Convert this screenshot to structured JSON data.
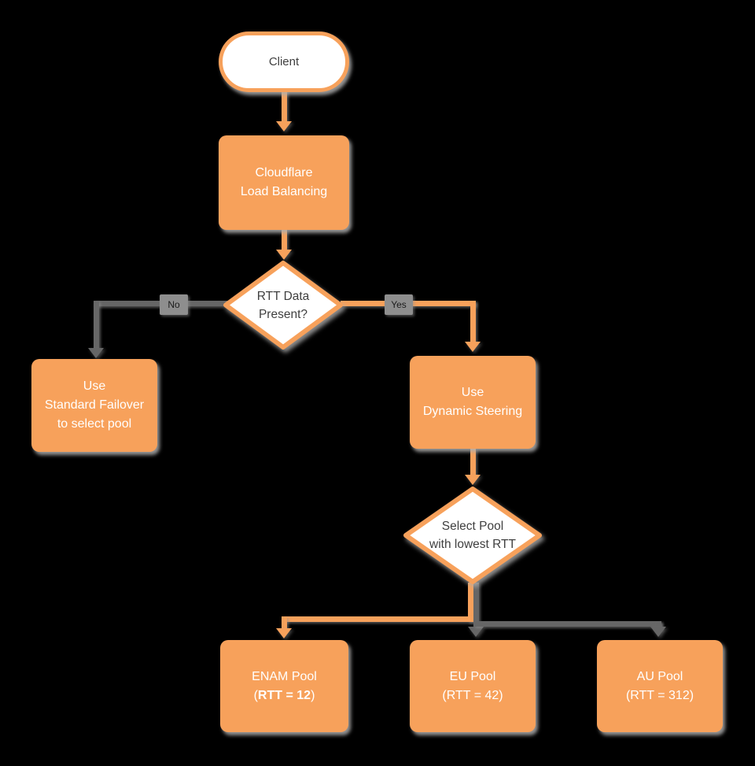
{
  "diagram": {
    "title": "Cloudflare Load Balancing dynamic steering flowchart",
    "colors": {
      "background": "#000000",
      "orange": "#F7A15B",
      "connector_gray": "#666666",
      "shape_fill_white": "#FFFFFF",
      "node_text": "#FFFFFF",
      "decision_text": "#3F3F3F",
      "edge_badge_gray": "#8E8E8E"
    },
    "nodes": {
      "client": {
        "label": "Client"
      },
      "load_balancer": {
        "lines": [
          "Cloudflare",
          "Load Balancing"
        ]
      },
      "rtt_decision": {
        "lines": [
          "RTT Data",
          "Present?"
        ]
      },
      "standard_failover": {
        "lines": [
          "Use",
          "Standard Failover",
          "to select pool"
        ]
      },
      "dynamic_steering": {
        "lines": [
          "Use",
          "Dynamic Steering"
        ]
      },
      "select_pool_decision": {
        "lines": [
          "Select Pool",
          "with lowest RTT"
        ]
      },
      "enam_pool": {
        "line1": "ENAM Pool",
        "rtt_open": "(",
        "rtt_value": "RTT = 12",
        "rtt_close": ")"
      },
      "eu_pool": {
        "lines": [
          "EU Pool",
          "(RTT = 42)"
        ]
      },
      "au_pool": {
        "lines": [
          "AU Pool",
          "(RTT = 312)"
        ]
      }
    },
    "edge_labels": {
      "no": "No",
      "yes": "Yes"
    }
  }
}
